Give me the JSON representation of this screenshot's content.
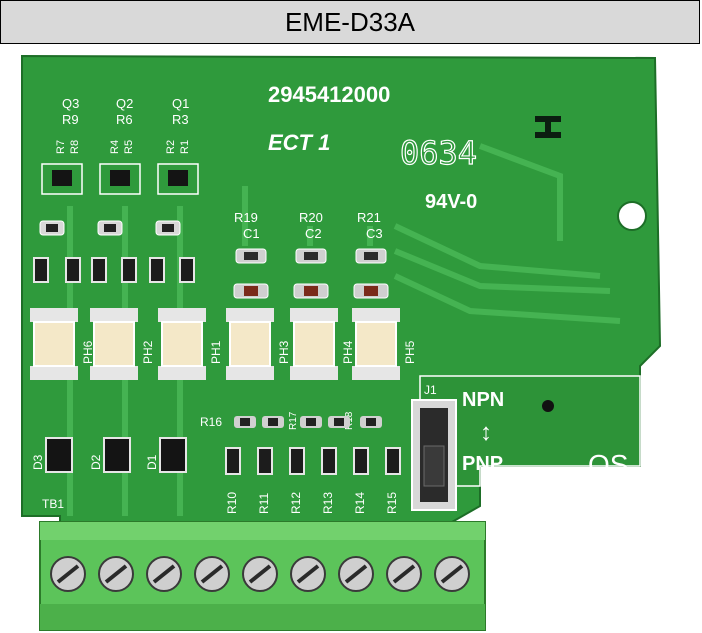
{
  "title": "EME-D33A",
  "board": {
    "part_number": "2945412000",
    "ect_label": "ECT 1",
    "date_code": "0634",
    "flammability": "94V-0",
    "os_label": "OS",
    "switch": {
      "ref": "J1",
      "top": "NPN",
      "arrow": "↕",
      "bottom": "PNP"
    },
    "terminal_block": "TB1",
    "transistors": [
      {
        "q": "Q3",
        "r_top": "R9",
        "r_a": "R7",
        "r_b": "R8"
      },
      {
        "q": "Q2",
        "r_top": "R6",
        "r_a": "R4",
        "r_b": "R5"
      },
      {
        "q": "Q1",
        "r_top": "R3",
        "r_a": "R2",
        "r_b": "R1"
      }
    ],
    "rc_groups": [
      {
        "r": "R19",
        "c": "C1"
      },
      {
        "r": "R20",
        "c": "C2"
      },
      {
        "r": "R21",
        "c": "C3"
      }
    ],
    "optocouplers": [
      "PH6",
      "PH2",
      "PH1",
      "PH3",
      "PH4",
      "PH5"
    ],
    "diodes": [
      "D3",
      "D2",
      "D1"
    ],
    "lower_resistors": [
      "R10",
      "R11",
      "R12",
      "R13",
      "R14",
      "R15"
    ],
    "r16": "R16",
    "r17": "R17",
    "r18": "R18"
  },
  "colors": {
    "pcb": "#2f9a3c",
    "pcb_dark": "#1f7a2c",
    "trace": "#3fb04c",
    "silk": "#ffffff",
    "terminal": "#5cc45a",
    "header_bg": "#d9d9d9"
  }
}
